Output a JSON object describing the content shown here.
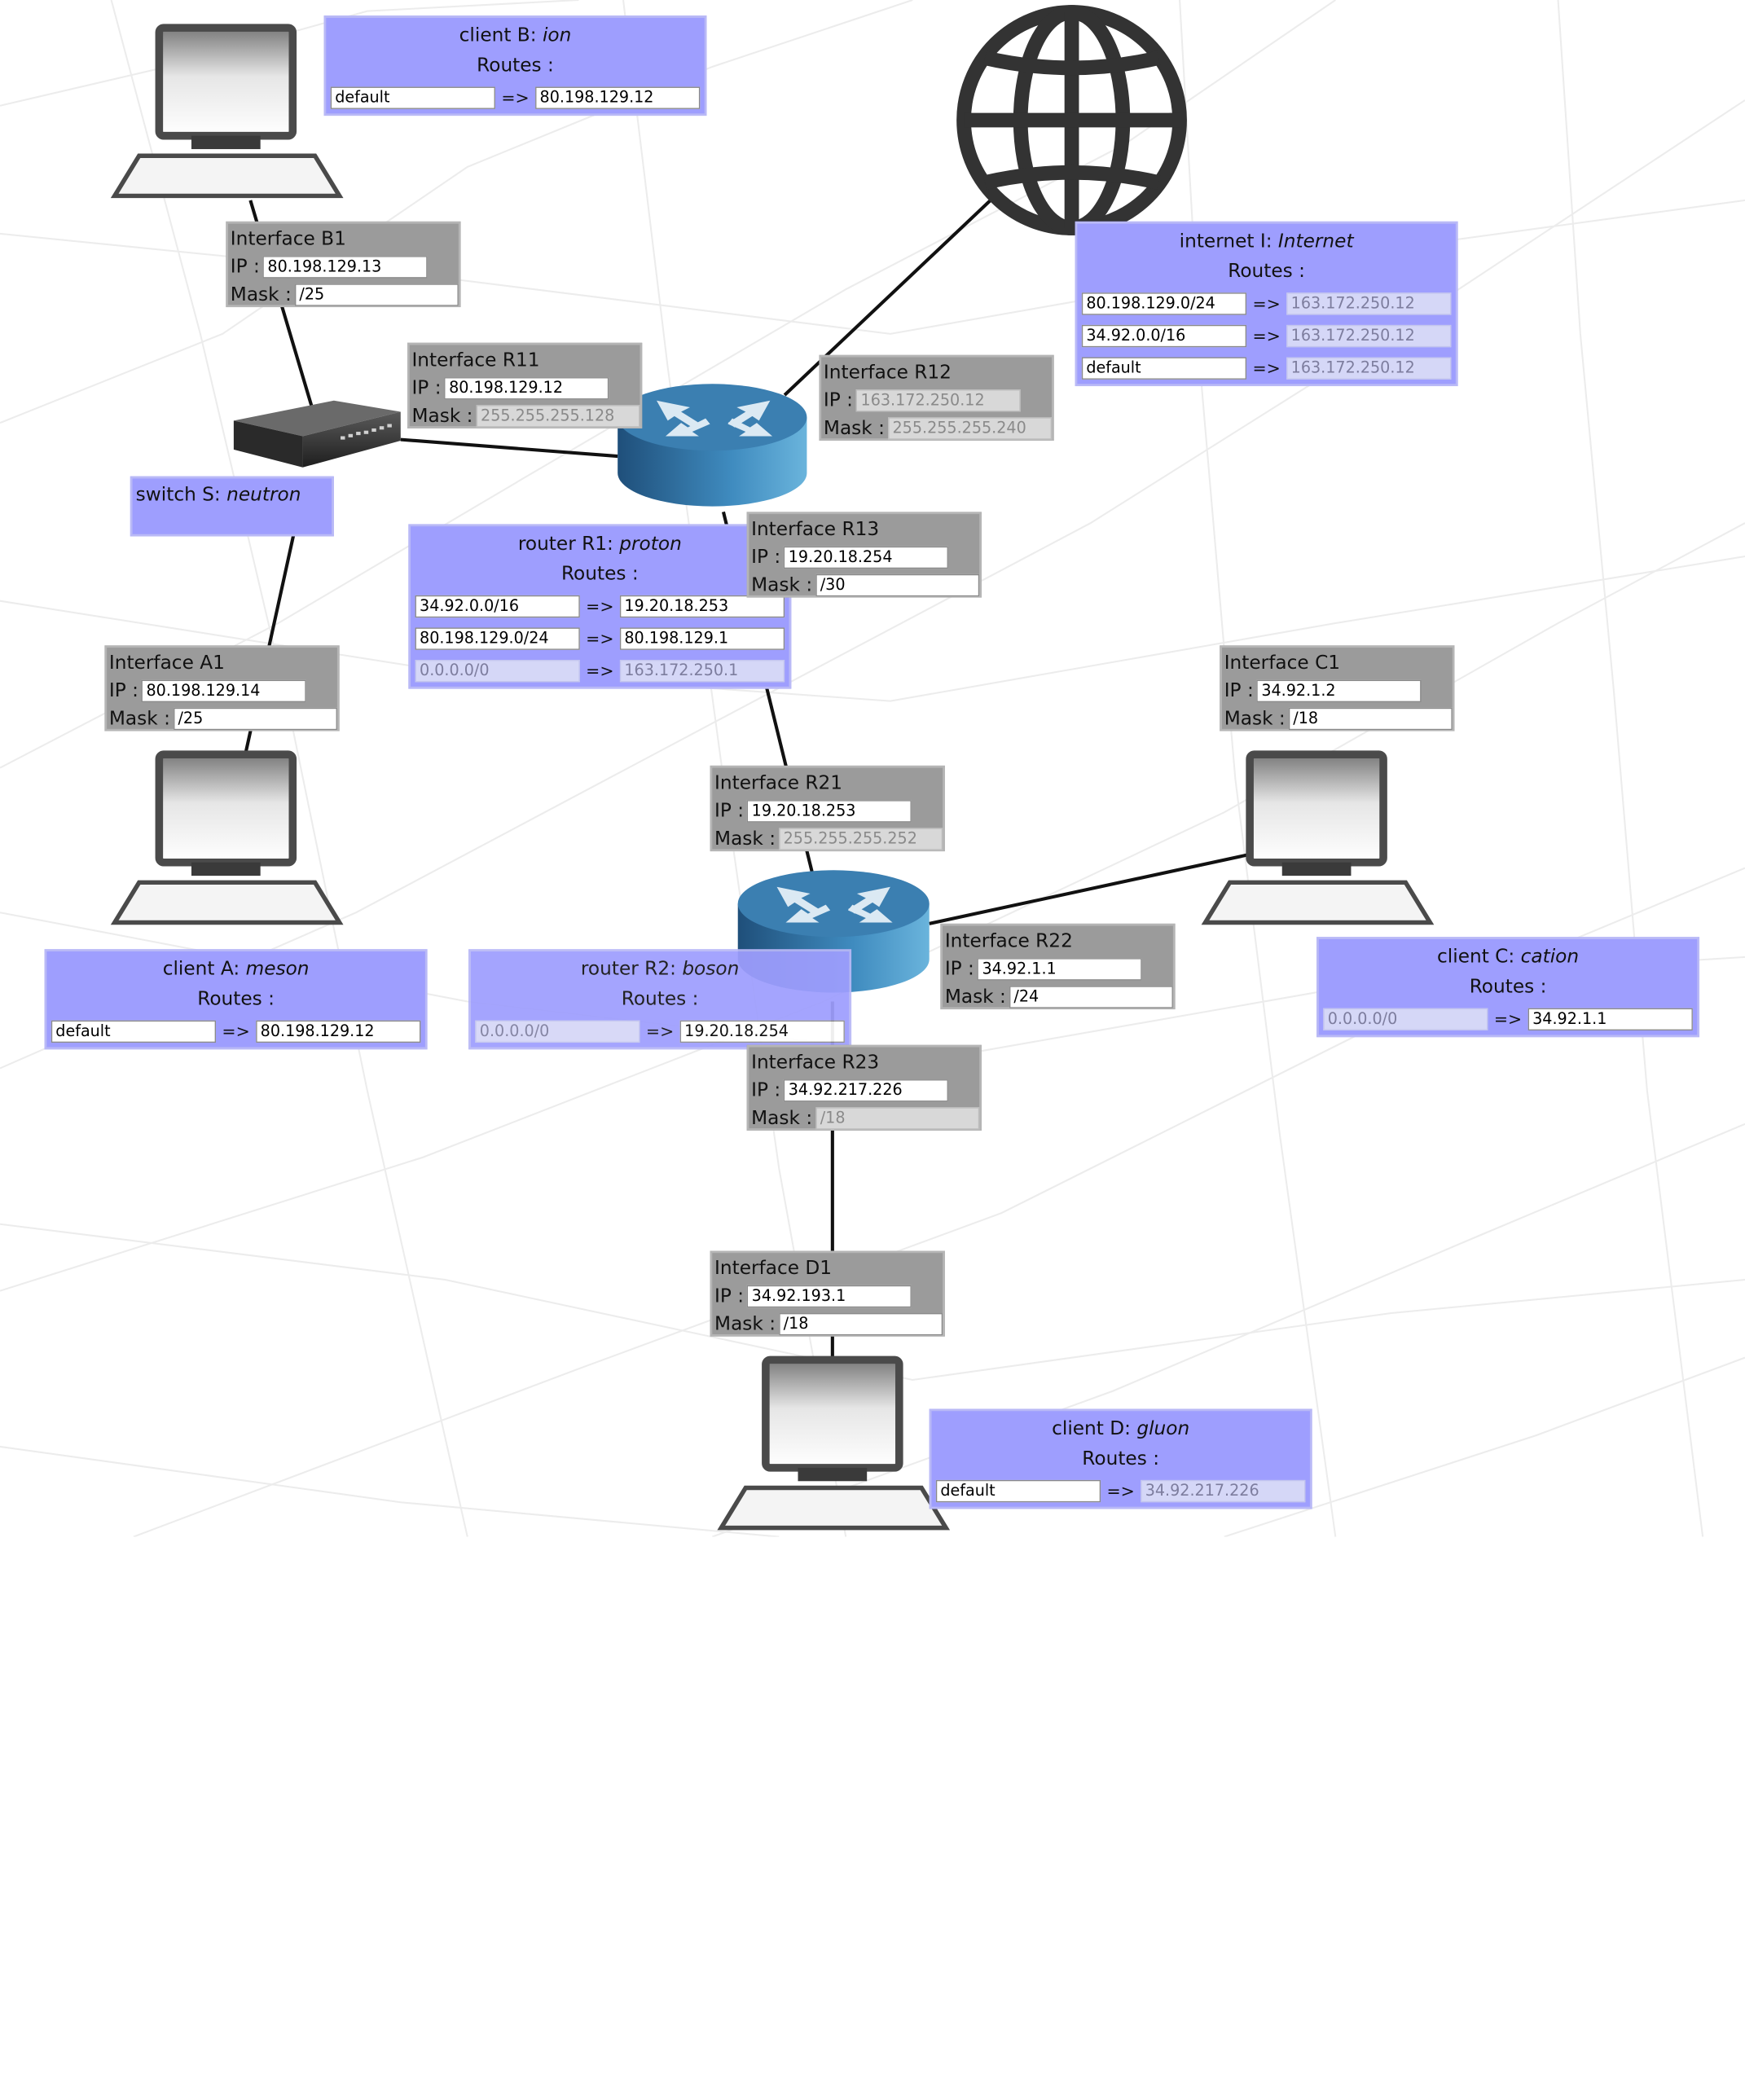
{
  "nodes": {
    "client_b": {
      "label": "client B: ",
      "name": "ion",
      "routes_label": "Routes :",
      "routes": [
        {
          "dest": "default",
          "gw": "80.198.129.12"
        }
      ]
    },
    "internet_i": {
      "label": "internet I: ",
      "name": "Internet",
      "routes_label": "Routes :",
      "routes": [
        {
          "dest": "80.198.129.0/24",
          "gw": "163.172.250.12"
        },
        {
          "dest": "34.92.0.0/16",
          "gw": "163.172.250.12"
        },
        {
          "dest": "default",
          "gw": "163.172.250.12"
        }
      ]
    },
    "switch_s": {
      "label": "switch S: ",
      "name": "neutron"
    },
    "router_r1": {
      "label": "router R1: ",
      "name": "proton",
      "routes_label": "Routes :",
      "routes": [
        {
          "dest": "34.92.0.0/16",
          "gw": "19.20.18.253"
        },
        {
          "dest": "80.198.129.0/24",
          "gw": "80.198.129.1"
        },
        {
          "dest": "0.0.0.0/0",
          "gw": "163.172.250.1"
        }
      ]
    },
    "client_a": {
      "label": "client A: ",
      "name": "meson",
      "routes_label": "Routes :",
      "routes": [
        {
          "dest": "default",
          "gw": "80.198.129.12"
        }
      ]
    },
    "router_r2": {
      "label": "router R2: ",
      "name": "boson",
      "routes_label": "Routes :",
      "routes": [
        {
          "dest": "0.0.0.0/0",
          "gw": "19.20.18.254"
        }
      ]
    },
    "client_c": {
      "label": "client C: ",
      "name": "cation",
      "routes_label": "Routes :",
      "routes": [
        {
          "dest": "0.0.0.0/0",
          "gw": "34.92.1.1"
        }
      ]
    },
    "client_d": {
      "label": "client D: ",
      "name": "gluon",
      "routes_label": "Routes :",
      "routes": [
        {
          "dest": "default",
          "gw": "34.92.217.226"
        }
      ]
    }
  },
  "arrow": "=>",
  "ip_label": "IP :",
  "mask_label": "Mask :",
  "interfaces": {
    "b1": {
      "title": "Interface B1",
      "ip": "80.198.129.13",
      "mask": "/25"
    },
    "r11": {
      "title": "Interface R11",
      "ip": "80.198.129.12",
      "mask": "255.255.255.128"
    },
    "r12": {
      "title": "Interface R12",
      "ip": "163.172.250.12",
      "mask": "255.255.255.240"
    },
    "r13": {
      "title": "Interface R13",
      "ip": "19.20.18.254",
      "mask": "/30"
    },
    "a1": {
      "title": "Interface A1",
      "ip": "80.198.129.14",
      "mask": "/25"
    },
    "c1": {
      "title": "Interface C1",
      "ip": "34.92.1.2",
      "mask": "/18"
    },
    "r21": {
      "title": "Interface R21",
      "ip": "19.20.18.253",
      "mask": "255.255.255.252"
    },
    "r22": {
      "title": "Interface R22",
      "ip": "34.92.1.1",
      "mask": "/24"
    },
    "r23": {
      "title": "Interface R23",
      "ip": "34.92.217.226",
      "mask": "/18"
    },
    "d1": {
      "title": "Interface D1",
      "ip": "34.92.193.1",
      "mask": "/18"
    }
  },
  "colors": {
    "node_bg": "#9e9efe",
    "interface_bg": "#9b9b9b",
    "link": "#111111",
    "router": "#2f6f9f",
    "globe": "#333333"
  }
}
